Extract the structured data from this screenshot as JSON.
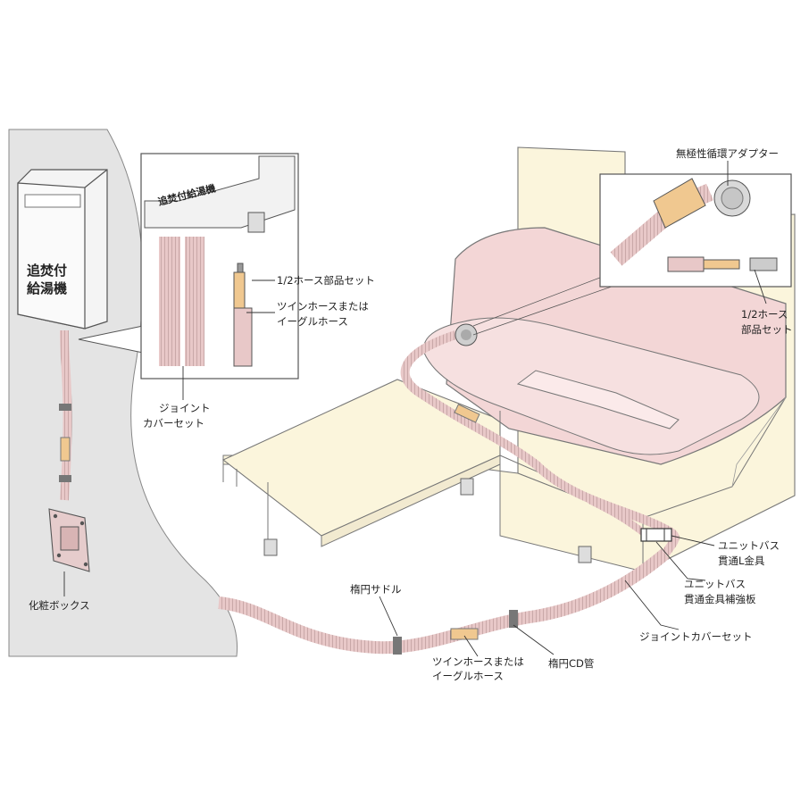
{
  "heater": {
    "line1": "追焚付",
    "line2": "給湯機"
  },
  "inset_left": {
    "title": "追焚付給湯機"
  },
  "labels": {
    "half_hose_set": "1/2ホース部品セット",
    "twin_hose_1": "ツインホースまたは",
    "twin_hose_2": "イーグルホース",
    "joint_cover_1": "ジョイント",
    "joint_cover_2": "カバーセット",
    "cosmetic_box": "化粧ボックス",
    "nonpolar_adapter": "無極性循環アダプター",
    "half_hose_right_1": "1/2ホース",
    "half_hose_right_2": "部品セット",
    "unitbath_l_1": "ユニットバス",
    "unitbath_l_2": "貫通L金具",
    "unitbath_plate_1": "ユニットバス",
    "unitbath_plate_2": "貫通金具補強板",
    "joint_cover_bottom": "ジョイントカバーセット",
    "oval_saddle": "楕円サドル",
    "twin_hose_bottom_1": "ツインホースまたは",
    "twin_hose_bottom_2": "イーグルホース",
    "oval_cd_pipe": "楕円CD管"
  },
  "colors": {
    "wall": "#e4e4e4",
    "tub": "#f3d6d6",
    "cabinet": "#fbf5dc",
    "hose": "#e8c8c8",
    "insert": "#f0c890",
    "line": "#555555"
  }
}
